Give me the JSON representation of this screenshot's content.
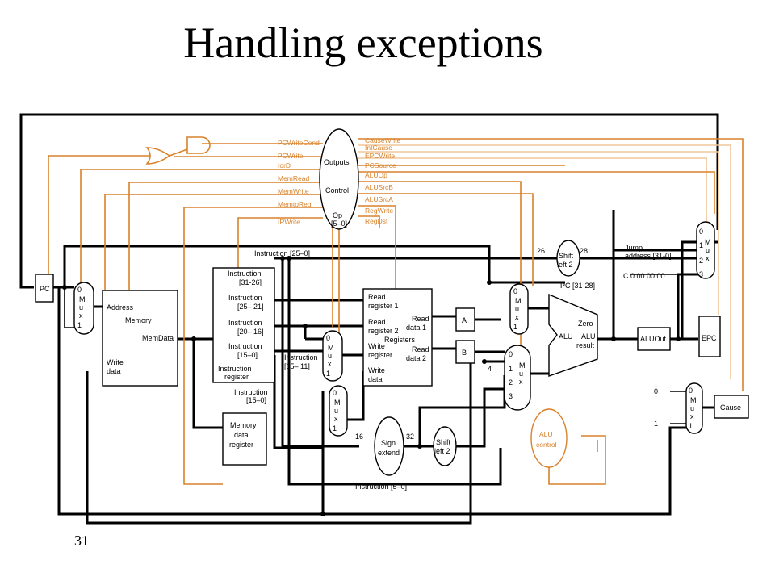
{
  "slide": {
    "title": "Handling exceptions",
    "number": "31"
  },
  "labels": {
    "pc": "PC",
    "mux_m": "M",
    "mux_u": "u",
    "mux_x": "x",
    "in0": "0",
    "in1": "1",
    "in2": "2",
    "in3": "3",
    "address": "Address",
    "memory": "Memory",
    "memdata": "MemData",
    "write": "Write",
    "data": "data",
    "ins3126": "Instruction",
    "ins3126b": "[31-26]",
    "ins2521": "Instruction",
    "ins2521b": "[25– 21]",
    "ins2016": "Instruction",
    "ins2016b": "[20– 16]",
    "ins150": "Instruction",
    "ins150b": "[15–0]",
    "insreg": "Instruction",
    "insregb": "register",
    "ins1511": "Instruction",
    "ins1511b": "[15– 11]",
    "ins150c": "Instruction",
    "ins150cb": "[15–0]",
    "ins250top": "Instruction [25–0]",
    "ins50": "Instruction [5–0]",
    "mdr1": "Memory",
    "mdr2": "data",
    "mdr3": "register",
    "readreg1": "Read",
    "readreg1b": "register 1",
    "readreg2": "Read",
    "readreg2b": "register 2",
    "writereg": "Write",
    "writeregb": "register",
    "writedata": "Write",
    "writedatab": "data",
    "registers": "Registers",
    "readdata1": "Read",
    "readdata1b": "data 1",
    "readdata2": "Read",
    "readdata2b": "data 2",
    "a": "A",
    "b": "B",
    "four": "4",
    "sign1": "Sign",
    "sign2": "extend",
    "sixteen": "16",
    "thirtytwo": "32",
    "shift1": "Shift",
    "shift2": "left 2",
    "shiftleft_top1": "Shift",
    "shiftleft_top2": "left 2",
    "twentysix": "26",
    "twentyeight": "28",
    "pc3128": "PC [31-28]",
    "jump1": "Jump",
    "jump2": "address [31-0]",
    "c": "C 0 00 00 00",
    "zero": "Zero",
    "alu": "ALU",
    "alu_result1": "ALU",
    "alu_result2": "result",
    "aluout": "ALUOut",
    "epc": "EPC",
    "cause": "Cause",
    "aluctrl1": "ALU",
    "aluctrl2": "control",
    "outputs": "Outputs",
    "control": "Control",
    "op1": "Op",
    "op2": "[5–0]",
    "c_zero": "0",
    "c_one": "1"
  },
  "signals_left": [
    "PCWriteCond",
    "PCWrite",
    "IorD",
    "MemRead",
    "MemWrite",
    "MemtoReg",
    "IRWrite"
  ],
  "signals_right": [
    "CauseWrite",
    "IntCause",
    "EPCWrite",
    "PCSource",
    "ALUOp",
    "ALUSrcB",
    "ALUSrcA",
    "RegWrite",
    "RegDst"
  ]
}
